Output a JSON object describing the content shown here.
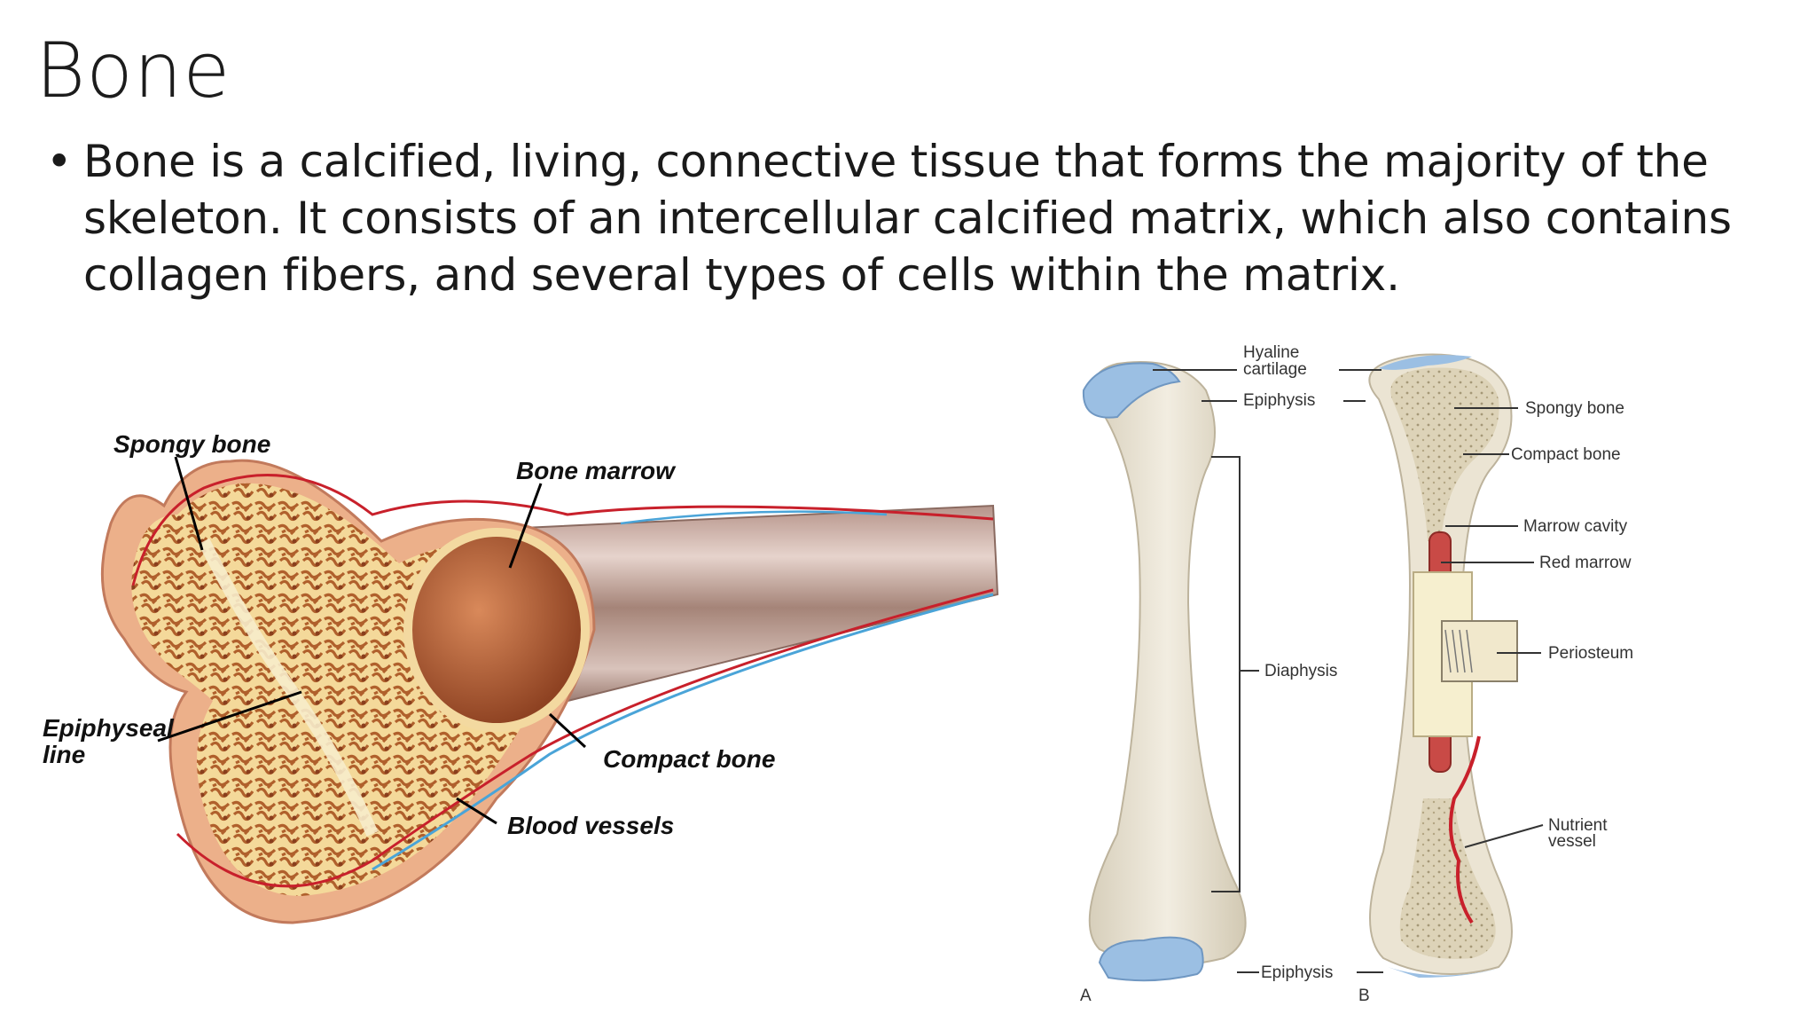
{
  "slide": {
    "title": "Bone",
    "bullet_lines": [
      "Bone is a calcified, living, connective tissue that forms the majority of the",
      "skeleton. It consists of an intercellular calcified matrix, which also contains",
      "collagen fibers, and several types of cells within the matrix."
    ]
  },
  "left_diagram": {
    "labels": {
      "spongy_bone": "Spongy bone",
      "bone_marrow": "Bone marrow",
      "epiphyseal_line_1": "Epiphyseal",
      "epiphyseal_line_2": "line",
      "compact_bone": "Compact bone",
      "blood_vessels": "Blood vessels"
    }
  },
  "right_diagram": {
    "labels": {
      "hyaline_1": "Hyaline",
      "hyaline_2": "cartilage",
      "epiphysis_top": "Epiphysis",
      "diaphysis": "Diaphysis",
      "epiphysis_bottom": "Epiphysis",
      "spongy_bone": "Spongy bone",
      "compact_bone": "Compact bone",
      "marrow_cavity": "Marrow cavity",
      "red_marrow": "Red marrow",
      "periosteum": "Periosteum",
      "nutrient_1": "Nutrient",
      "nutrient_2": "vessel",
      "panel_a": "A",
      "panel_b": "B"
    }
  },
  "colors": {
    "bone_outline": "#e7a97f",
    "spongy_fill": "#c1783d",
    "marrow": "#a8562f",
    "cartilage": "#9bbfe3",
    "bone_shaft": "#ebe4d3",
    "vessel_red": "#c8202b",
    "vessel_blue": "#4aa4d8"
  }
}
